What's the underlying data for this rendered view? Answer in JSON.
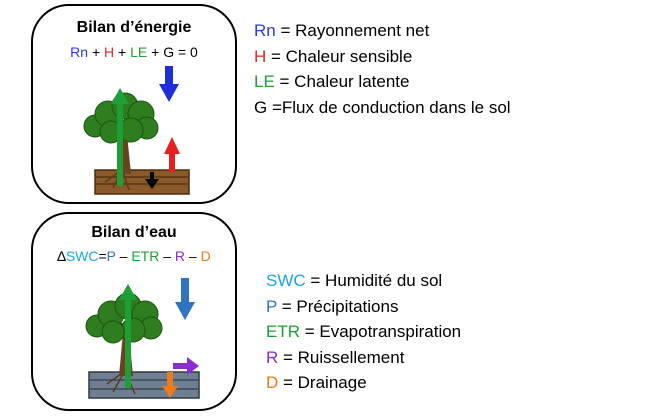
{
  "energy": {
    "title": "Bilan d’énergie",
    "equation": [
      {
        "text": "Rn",
        "color": "#2a3bd6"
      },
      {
        "text": " + ",
        "color": "#000000"
      },
      {
        "text": "H",
        "color": "#e02a2a"
      },
      {
        "text": " + ",
        "color": "#000000"
      },
      {
        "text": "LE",
        "color": "#1f9e35"
      },
      {
        "text": " + G = 0",
        "color": "#000000"
      }
    ],
    "legend": [
      {
        "symbol": "Rn",
        "color": "#2a3bd6",
        "text": " = Rayonnement net"
      },
      {
        "symbol": "H",
        "color": "#e02a2a",
        "text": " = Chaleur sensible"
      },
      {
        "symbol": "LE",
        "color": "#1f9e35",
        "text": " = Chaleur latente"
      },
      {
        "symbol": "G",
        "color": "#000000",
        "text": " =Flux de conduction dans le sol"
      }
    ]
  },
  "water": {
    "title": "Bilan d’eau",
    "equation": [
      {
        "text": "∆",
        "color": "#000000"
      },
      {
        "text": "SWC",
        "color": "#1aa6e0"
      },
      {
        "text": "=",
        "color": "#000000"
      },
      {
        "text": "P",
        "color": "#2f74c0"
      },
      {
        "text": " – ",
        "color": "#000000"
      },
      {
        "text": "ETR",
        "color": "#1f9e35"
      },
      {
        "text": " – ",
        "color": "#000000"
      },
      {
        "text": "R",
        "color": "#8a2bd6"
      },
      {
        "text": " – ",
        "color": "#000000"
      },
      {
        "text": "D",
        "color": "#ef7a1a"
      }
    ],
    "legend": [
      {
        "symbol": "SWC",
        "color": "#1aa6e0",
        "text": " = Humidité du sol"
      },
      {
        "symbol": "P",
        "color": "#2f74c0",
        "text": " = Précipitations"
      },
      {
        "symbol": "ETR",
        "color": "#1f9e35",
        "text": " = Evapotranspiration"
      },
      {
        "symbol": "R",
        "color": "#8a2bd6",
        "text": "  = Ruissellement"
      },
      {
        "symbol": "D",
        "color": "#ef7a1a",
        "text": " = Drainage"
      }
    ]
  }
}
